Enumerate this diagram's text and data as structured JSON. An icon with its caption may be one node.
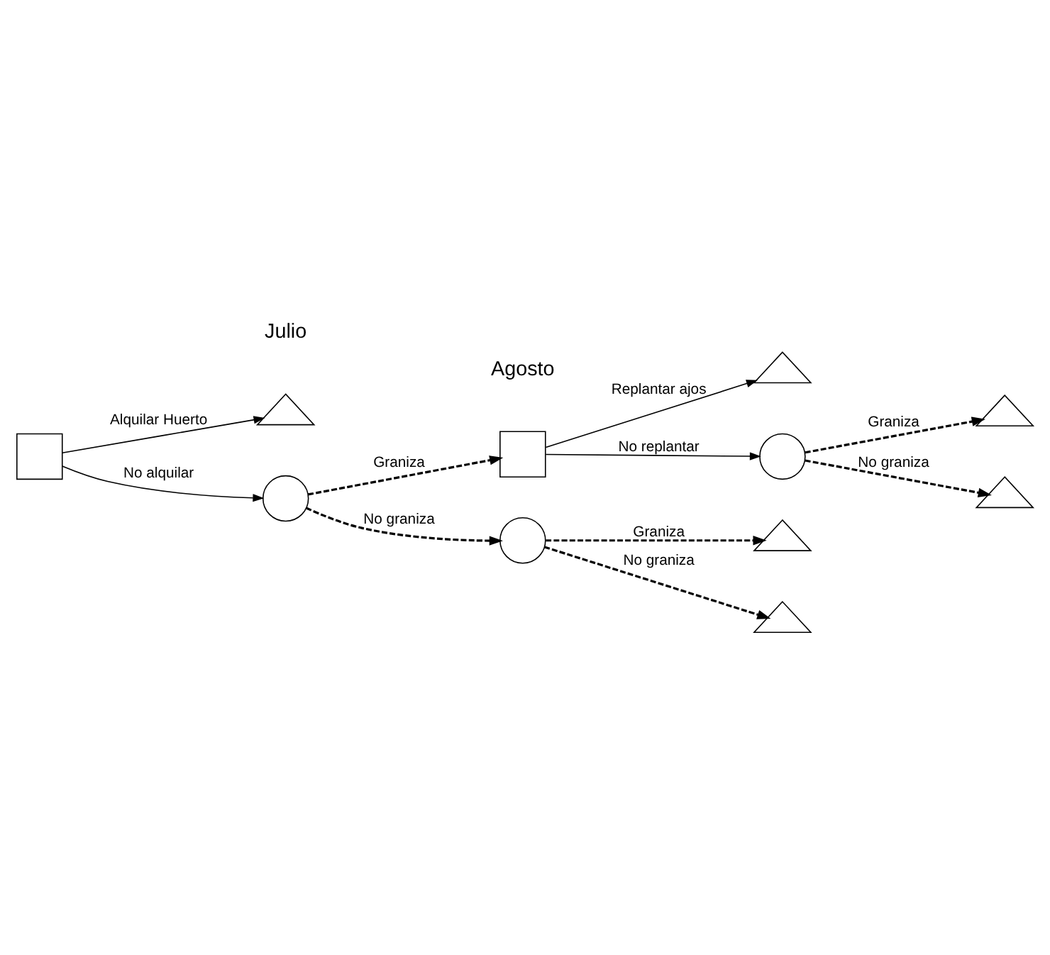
{
  "diagram": {
    "nodes": [
      {
        "text": [],
        "shape": "box"
      },
      {
        "text": [],
        "shape": "triangle"
      },
      {
        "text": [],
        "shape": "circle"
      },
      {
        "text": [],
        "shape": "box"
      },
      {
        "text": [],
        "shape": "triangle"
      },
      {
        "text": [],
        "shape": "circle"
      },
      {
        "text": [],
        "shape": "triangle"
      },
      {
        "text": [],
        "shape": "triangle"
      },
      {
        "text": [],
        "shape": "circle"
      },
      {
        "text": [],
        "shape": "triangle"
      },
      {
        "text": [],
        "shape": "triangle"
      }
    ],
    "edges": [
      {
        "from": 0,
        "to": 2,
        "arrow": "to",
        "label": "No alquilar"
      },
      {
        "from": 0,
        "to": 1,
        "arrow": "to",
        "label": "Alquilar Huerto"
      },
      {
        "from": 2,
        "to": 3,
        "arrow": "to",
        "label": "Graniza",
        "style": "dashed"
      },
      {
        "from": 2,
        "to": 8,
        "arrow": "to",
        "label": "No graniza",
        "style": "dashed"
      },
      {
        "from": 3,
        "to": 4,
        "arrow": "to",
        "label": "Replantar ajos"
      },
      {
        "from": 3,
        "to": 5,
        "arrow": "to",
        "label": "No replantar"
      },
      {
        "from": 5,
        "to": 6,
        "arrow": "to",
        "label": "Graniza",
        "style": "dashed"
      },
      {
        "from": 5,
        "to": 7,
        "arrow": "to",
        "label": "No graniza",
        "style": "dashed"
      },
      {
        "from": 8,
        "to": 9,
        "arrow": "to",
        "label": "Graniza",
        "style": "dashed"
      },
      {
        "from": 8,
        "to": 10,
        "arrow": "to",
        "label": "No graniza",
        "style": "dashed"
      }
    ],
    "labels": [
      "Julio",
      "Agosto"
    ]
  }
}
